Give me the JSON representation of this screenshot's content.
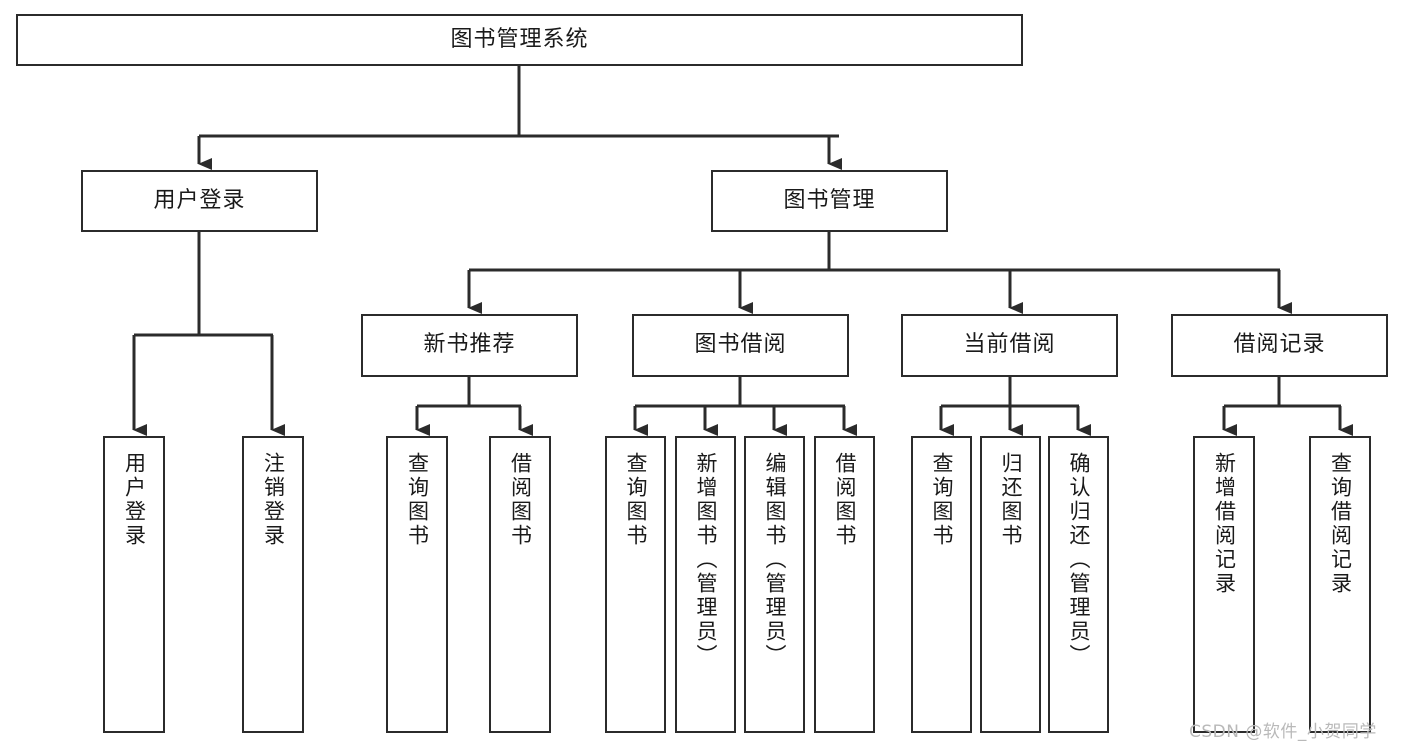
{
  "diagram": {
    "title": "图书管理系统",
    "watermark": "CSDN @软件_小贺同学",
    "colors": {
      "stroke": "#2b2b2b",
      "fill": "#ffffff",
      "text": "#1a1a1a",
      "watermark": "#b9b9b9"
    },
    "nodes": {
      "root": {
        "label": "图书管理系统"
      },
      "level2": [
        {
          "id": "user-login",
          "label": "用户登录"
        },
        {
          "id": "book-management",
          "label": "图书管理"
        }
      ],
      "level3": [
        {
          "id": "new-book-recommend",
          "label": "新书推荐"
        },
        {
          "id": "book-borrow",
          "label": "图书借阅"
        },
        {
          "id": "current-borrow",
          "label": "当前借阅"
        },
        {
          "id": "borrow-record",
          "label": "借阅记录"
        }
      ],
      "leaves": {
        "user_login": [
          {
            "id": "leaf-user-login",
            "label": "用户登录"
          },
          {
            "id": "leaf-logout-login",
            "label": "注销登录"
          }
        ],
        "new_book_recommend": [
          {
            "id": "leaf-query-book-1",
            "label": "查询图书"
          },
          {
            "id": "leaf-borrow-book-1",
            "label": "借阅图书"
          }
        ],
        "book_borrow": [
          {
            "id": "leaf-query-book-2",
            "label": "查询图书"
          },
          {
            "id": "leaf-add-book",
            "label": "新增图书（管理员）"
          },
          {
            "id": "leaf-edit-book",
            "label": "编辑图书（管理员）"
          },
          {
            "id": "leaf-borrow-book-2",
            "label": "借阅图书"
          }
        ],
        "current_borrow": [
          {
            "id": "leaf-query-book-3",
            "label": "查询图书"
          },
          {
            "id": "leaf-return-book",
            "label": "归还图书"
          },
          {
            "id": "leaf-confirm-return",
            "label": "确认归还（管理员）"
          }
        ],
        "borrow_record": [
          {
            "id": "leaf-add-record",
            "label": "新增借阅记录"
          },
          {
            "id": "leaf-query-record",
            "label": "查询借阅记录"
          }
        ]
      }
    }
  }
}
